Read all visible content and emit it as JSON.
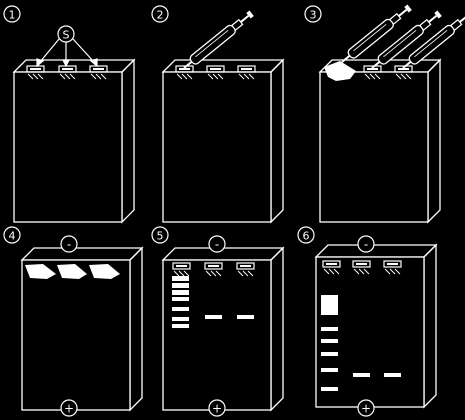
{
  "steps": [
    {
      "number": "1",
      "annotation": "S"
    },
    {
      "number": "2"
    },
    {
      "number": "3"
    },
    {
      "number": "4",
      "top_sign": "-",
      "bottom_sign": "+"
    },
    {
      "number": "5",
      "top_sign": "-",
      "bottom_sign": "+"
    },
    {
      "number": "6",
      "top_sign": "-",
      "bottom_sign": "+"
    }
  ],
  "colors": {
    "background": "#000000",
    "stroke": "#ffffff",
    "band": "#ffffff"
  },
  "step5": {
    "ladder_band_count": 7,
    "sample_band_count": 2
  },
  "step6": {
    "ladder_band_count": 6,
    "sample_band_count": 2
  }
}
